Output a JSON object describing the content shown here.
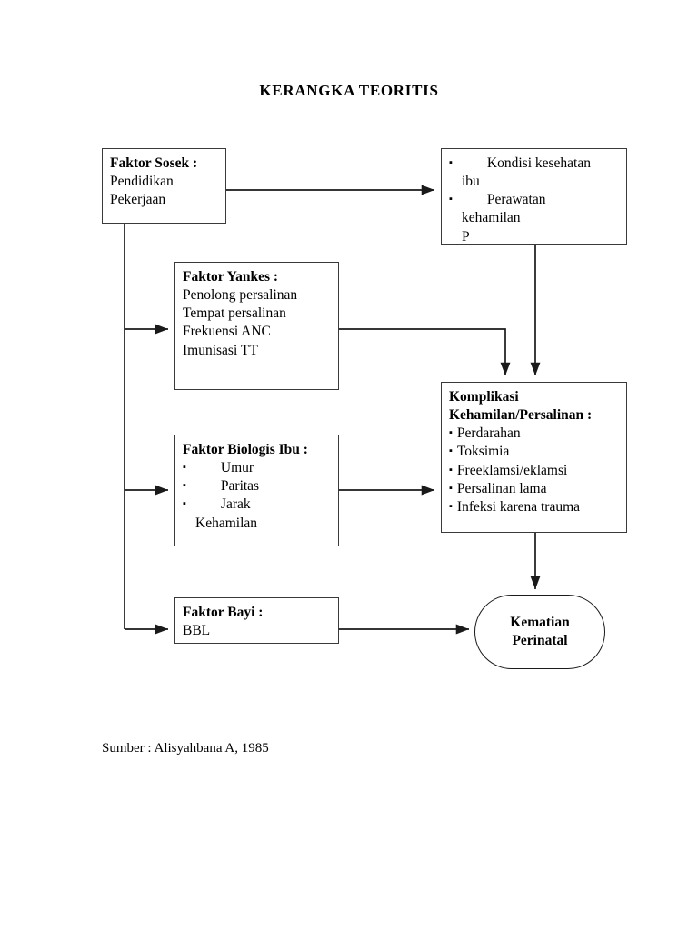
{
  "page": {
    "title": "KERANGKA  TEORITIS",
    "source_note": "Sumber : Alisyahbana A, 1985",
    "bullet_glyph": "▪",
    "line_color": "#1a1a1a",
    "box_border_color": "#3a3a3a",
    "background": "#ffffff",
    "text_color": "#000000"
  },
  "nodes": {
    "sosek": {
      "header": "Faktor Sosek :",
      "lines": [
        "Pendidikan",
        "Pekerjaan"
      ]
    },
    "kondisi": {
      "bullets": [
        "Kondisi kesehatan",
        "Perawatan"
      ],
      "continuations": [
        "ibu",
        "kehamilan"
      ],
      "clipped_line": "P"
    },
    "yankes": {
      "header": "Faktor Yankes :",
      "lines": [
        "Penolong persalinan",
        "Tempat persalinan",
        "Frekuensi ANC",
        "Imunisasi TT"
      ]
    },
    "biologis": {
      "header": "Faktor Biologis Ibu :",
      "bullets": [
        "Umur",
        "Paritas",
        "Jarak"
      ],
      "continuation": "Kehamilan"
    },
    "bayi": {
      "header": "Faktor Bayi :",
      "lines": [
        "BBL"
      ]
    },
    "komplikasi": {
      "header_line1": "Komplikasi",
      "header_line2": "Kehamilan/Persalinan :",
      "bullets": [
        "Perdarahan",
        "Toksimia",
        "Freeklamsi/eklamsi",
        "Persalinan lama",
        "Infeksi karena trauma"
      ]
    },
    "kematian": {
      "line1": "Kematian",
      "line2": "Perinatal"
    }
  },
  "edges": [
    {
      "name": "sosek-to-kondisi",
      "from": "sosek",
      "to": "kondisi"
    },
    {
      "name": "sosek-to-yankes",
      "from": "sosek",
      "to": "yankes"
    },
    {
      "name": "sosek-to-biologis",
      "from": "sosek",
      "to": "biologis"
    },
    {
      "name": "sosek-to-bayi",
      "from": "sosek",
      "to": "bayi"
    },
    {
      "name": "kondisi-to-komplikasi",
      "from": "kondisi",
      "to": "komplikasi"
    },
    {
      "name": "yankes-to-komplikasi",
      "from": "yankes",
      "to": "komplikasi"
    },
    {
      "name": "biologis-to-komplikasi",
      "from": "biologis",
      "to": "komplikasi"
    },
    {
      "name": "komplikasi-to-kematian",
      "from": "komplikasi",
      "to": "kematian"
    },
    {
      "name": "bayi-to-kematian",
      "from": "bayi",
      "to": "kematian"
    }
  ]
}
